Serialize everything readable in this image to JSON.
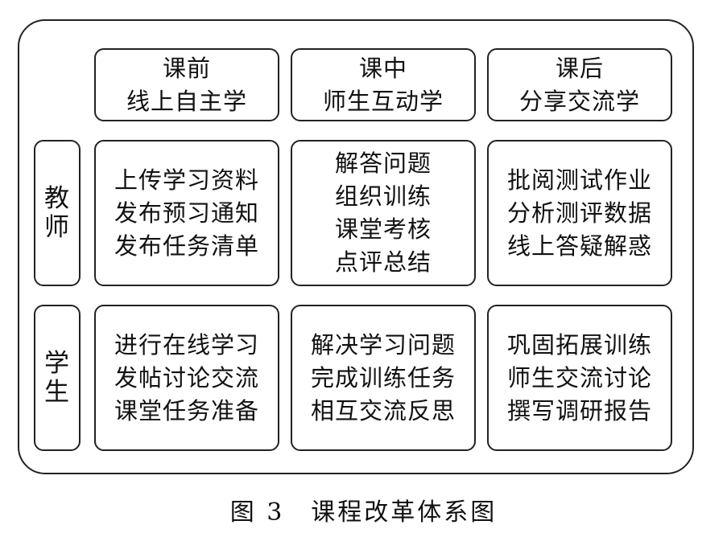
{
  "headers": [
    {
      "lines": [
        "课前",
        "线上自主学"
      ]
    },
    {
      "lines": [
        "课中",
        "师生互动学"
      ]
    },
    {
      "lines": [
        "课后",
        "分享交流学"
      ]
    }
  ],
  "rows": [
    {
      "label": [
        "教",
        "师"
      ],
      "cells": [
        {
          "lines": [
            "上传学习资料",
            "发布预习通知",
            "发布任务清单"
          ]
        },
        {
          "lines": [
            "解答问题",
            "组织训练",
            "课堂考核",
            "点评总结"
          ]
        },
        {
          "lines": [
            "批阅测试作业",
            "分析测评数据",
            "线上答疑解惑"
          ]
        }
      ]
    },
    {
      "label": [
        "学",
        "生"
      ],
      "cells": [
        {
          "lines": [
            "进行在线学习",
            "发帖讨论交流",
            "课堂任务准备"
          ]
        },
        {
          "lines": [
            "解决学习问题",
            "完成训练任务",
            "相互交流反思"
          ]
        },
        {
          "lines": [
            "巩固拓展训练",
            "师生交流讨论",
            "撰写调研报告"
          ]
        }
      ]
    }
  ],
  "caption": "图 3　课程改革体系图"
}
